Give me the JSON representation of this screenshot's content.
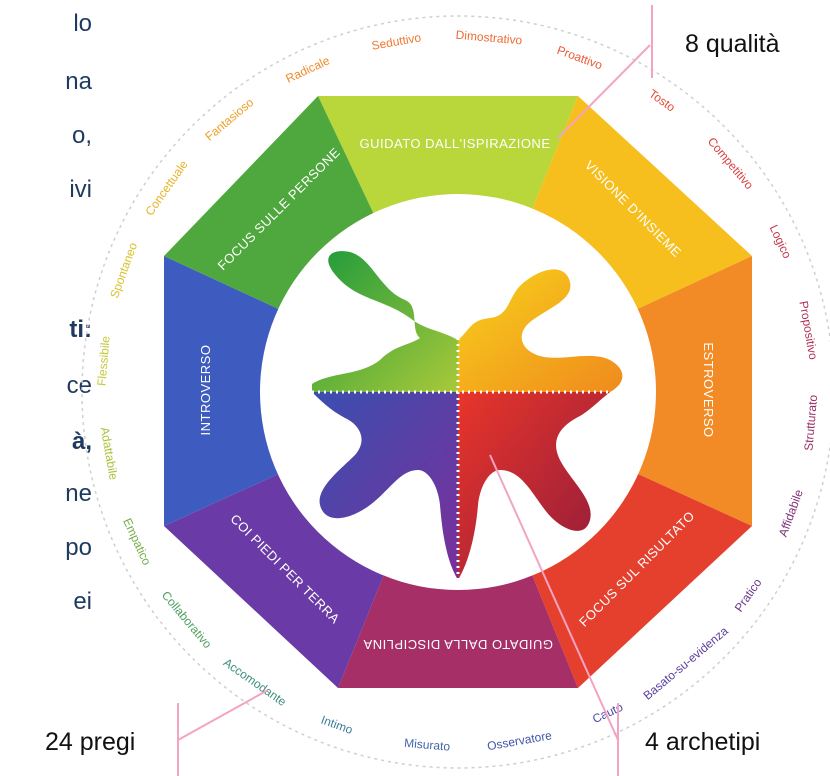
{
  "side_text": [
    {
      "text": "lo",
      "bold": false
    },
    {
      "text": "na",
      "bold": false
    },
    {
      "text": "o,",
      "bold": false
    },
    {
      "text": "ivi",
      "bold": false
    },
    {
      "text": "ti:",
      "bold": true
    },
    {
      "text": "ce",
      "bold": false
    },
    {
      "text": "à,",
      "bold": true
    },
    {
      "text": "ne",
      "bold": false
    },
    {
      "text": "po",
      "bold": false
    },
    {
      "text": "ei",
      "bold": false
    }
  ],
  "callouts": {
    "top_right": "8 qualità",
    "bottom_left": "24 pregi",
    "bottom_right": "4 archetipi"
  },
  "qualities": [
    "GUIDATO DALL'ISPIRAZIONE",
    "VISIONE D'INSIEME",
    "ESTROVERSO",
    "FOCUS SUL RISULTATO",
    "GUIDATO DALLA DISCIPLINA",
    "COI PIEDI PER TERRA",
    "INTROVERSO",
    "FOCUS SULLE PERSONE"
  ],
  "virtues": [
    "Adattabile",
    "Flessibile",
    "Spontaneo",
    "Concettuale",
    "Fantasioso",
    "Radicale",
    "Seduttivo",
    "Dimostrativo",
    "Proattivo",
    "Tosto",
    "Competitivo",
    "Logico",
    "Propositivo",
    "Strutturato",
    "Affidabile",
    "Pratico",
    "Basato-su-evidenza",
    "Cauto",
    "Osservatore",
    "Misurato",
    "Intimo",
    "Accomodante",
    "Collaborativo",
    "Empatico"
  ],
  "colors": {
    "text_primary": "#1f3a5f",
    "callout_line": "#f4a3c2",
    "dashed_circle": "#cfcfcf"
  }
}
